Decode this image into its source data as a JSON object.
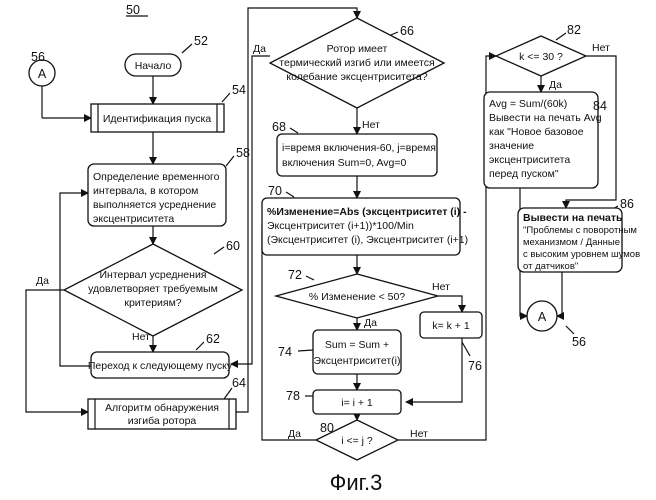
{
  "figure": {
    "number": "50",
    "caption": "Фиг.3",
    "connector_label": "A"
  },
  "refs": {
    "start": "52",
    "identify": "54",
    "connector_a_left": "56",
    "define": "58",
    "decision_interval": "60",
    "next": "62",
    "algorithm": "64",
    "decision_rotor": "66",
    "init": "68",
    "percent": "70",
    "decision_percent": "72",
    "sum": "74",
    "k_increment": "76",
    "i_increment": "78",
    "decision_ij": "80",
    "decision_k": "82",
    "avg": "84",
    "print_problem": "86",
    "connector_a_right": "56"
  },
  "edges": {
    "yes": "Да",
    "no": "Нет"
  },
  "nodes": {
    "start": {
      "text": "Начало"
    },
    "identify": {
      "text": "Идентификация пуска"
    },
    "define": {
      "lines": [
        "Определение временного",
        "интервала, в котором",
        "выполняется усреднение",
        "эксцентриситета"
      ]
    },
    "decision_interval": {
      "lines": [
        "Интервал усреднения",
        "удовлетворяет требуемым",
        "критериям?"
      ]
    },
    "next": {
      "text": "Переход к следующему пуску"
    },
    "algorithm": {
      "lines": [
        "Алгоритм обнаружения",
        "изгиба ротора"
      ]
    },
    "decision_rotor": {
      "lines": [
        "Ротор имеет",
        "термический изгиб или имеется",
        "колебание эксцентриситета?"
      ]
    },
    "init": {
      "lines": [
        "i=время включения-60, j=время",
        "включения Sum=0, Avg=0"
      ]
    },
    "percent": {
      "lines": [
        "%Изменение=Abs (эксцентриситет (i) -",
        "Эксцентриситет (i+1))*100/Min",
        "(Эксцентриситет (i), Эксцентриситет (i+1)"
      ]
    },
    "decision_percent": {
      "text": "% Изменение < 50?"
    },
    "sum": {
      "lines": [
        "Sum = Sum +",
        "Эксцентриситет(i)"
      ]
    },
    "k_increment": {
      "text": "k= k + 1"
    },
    "i_increment": {
      "text": "i= i + 1"
    },
    "decision_ij": {
      "text": "i <= j ?"
    },
    "decision_k": {
      "text": "k <= 30 ?"
    },
    "avg": {
      "lines": [
        "Avg = Sum/(60k)",
        "Вывести на печать Avg",
        "как \"Новое базовое",
        "значение",
        "эксцентриситета",
        "перед пуском\""
      ]
    },
    "print_problem": {
      "lines": [
        "Вывести на печать",
        "\"Проблемы с поворотным",
        "механизмом / Данные",
        "с высоким уровнем шумов",
        "от датчиков\""
      ]
    }
  }
}
